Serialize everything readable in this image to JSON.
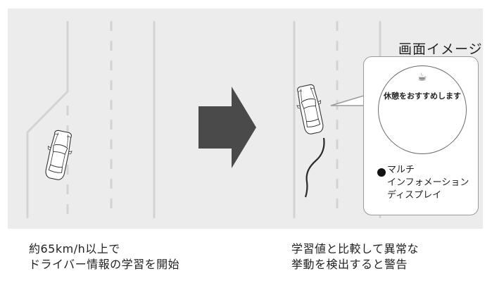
{
  "left_caption": {
    "line1": "約65km/h以上で",
    "line2": "ドライバー情報の学習を開始"
  },
  "right_caption": {
    "line1": "学習値と比較して異常な",
    "line2": "挙動を検出すると警告"
  },
  "screen_title": "画面イメージ",
  "screen_message": "休憩をおすすめします",
  "display_label": {
    "line1": "マルチ",
    "line2": "インフォメーション",
    "line3": "ディスプレイ"
  },
  "icons": {
    "cup": "coffee-cup-icon",
    "arrow": "right-arrow-icon",
    "car": "car-icon"
  },
  "colors": {
    "road_bg": "#ececec",
    "lane_line": "#d3d3d3",
    "arrow": "#4a4a4a",
    "car_body": "#ffffff",
    "car_outline": "#333333"
  }
}
